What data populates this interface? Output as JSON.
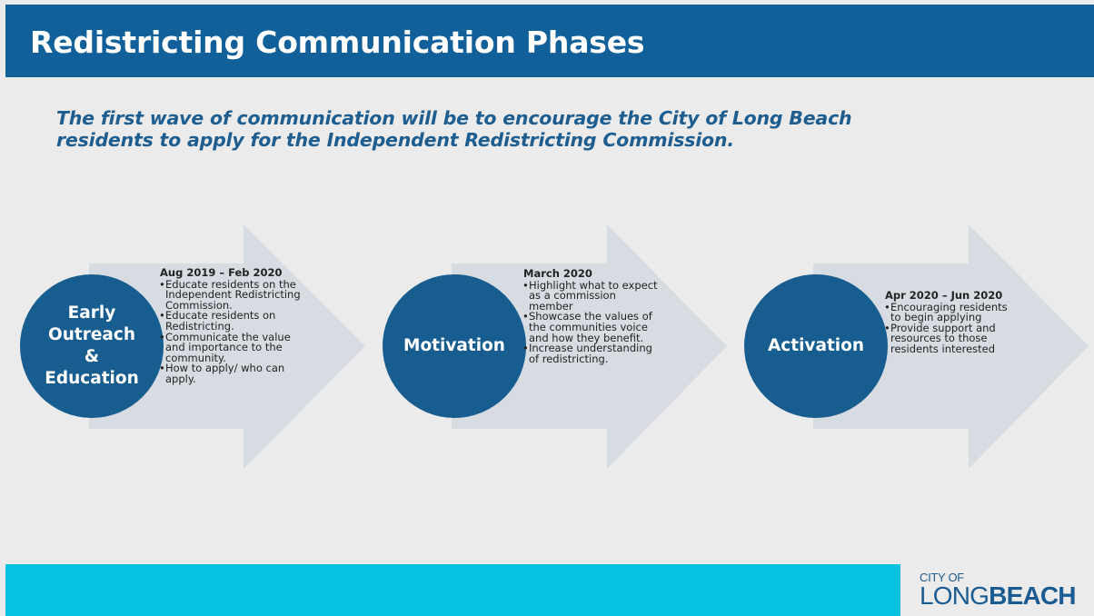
{
  "header": {
    "title": "Redistricting Communication Phases"
  },
  "subtitle": "The first wave of communication will be to encourage the City of Long Beach residents to apply for the Independent Redistricting Commission.",
  "phases": [
    {
      "name": "Early\nOutreach\n&\nEducation",
      "period": "Aug 2019 – Feb 2020",
      "bullets": [
        "Educate residents on the Independent Redistricting Commission.",
        "Educate residents on Redistricting.",
        "Communicate the value and importance to the community.",
        "How to apply/ who can apply."
      ]
    },
    {
      "name": "Motivation",
      "period": "March 2020",
      "bullets": [
        "Highlight what to expect as a commission member",
        "Showcase the values of the communities voice and how they benefit.",
        "Increase understanding of redistricting."
      ]
    },
    {
      "name": "Activation",
      "period": "Apr 2020 – Jun 2020",
      "bullets": [
        "Encouraging residents to begin applying",
        "Provide support and resources to those residents interested"
      ]
    }
  ],
  "logo": {
    "line1": "CITY OF",
    "long": "LONG",
    "beach": "BEACH"
  },
  "colors": {
    "header": "#11609a",
    "circle": "#185d8f",
    "arrow": "#d7dbe2",
    "footer": "#07c2e1",
    "background": "#ebebeb"
  }
}
